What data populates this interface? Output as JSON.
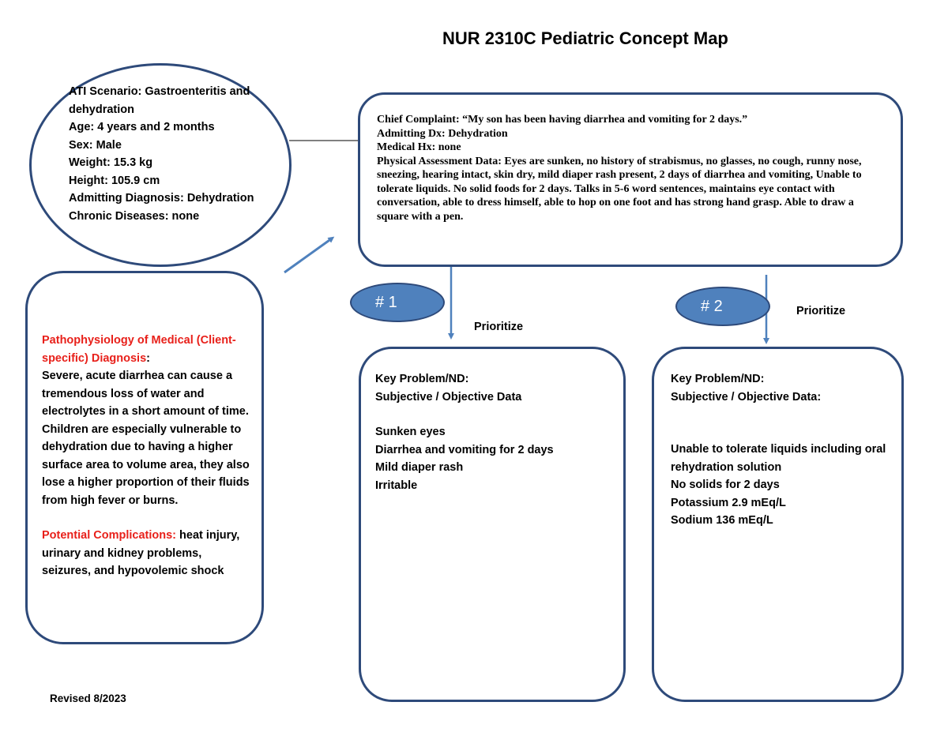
{
  "title": "NUR 2310C Pediatric Concept Map",
  "profile": {
    "lines": [
      "ATI Scenario: Gastroenteritis and dehydration",
      "Age: 4 years and 2 months",
      "Sex: Male",
      "Weight: 15.3 kg",
      "Height: 105.9 cm",
      "Admitting Diagnosis: Dehydration",
      "Chronic Diseases: none"
    ]
  },
  "pathophysiology": {
    "heading": "Pathophysiology of Medical (Client-specific) Diagnosis",
    "heading_colon": ":",
    "body": "Severe, acute diarrhea can cause a tremendous loss of water and electrolytes in a short amount of time. Children are especially vulnerable to dehydration due to having a higher surface area to volume area, they also lose a higher proportion of their fluids from high fever or burns.",
    "complications_label": "Potential Complications:",
    "complications_text": " heat injury, urinary and kidney problems, seizures, and hypovolemic shock"
  },
  "assessment": {
    "lines": [
      "Chief Complaint: “My son has been having diarrhea and vomiting for 2 days.”",
      "Admitting Dx: Dehydration",
      "Medical Hx: none",
      "Physical Assessment Data: Eyes are sunken, no history of strabismus, no glasses, no cough, runny nose, sneezing, hearing intact, skin dry, mild diaper rash present, 2 days of diarrhea and vomiting, Unable to tolerate liquids. No solid foods for 2 days. Talks in 5-6 word sentences, maintains eye contact with conversation, able to dress himself, able to hop on one foot and has strong hand grasp. Able to draw a square with a pen."
    ]
  },
  "priorities": [
    {
      "badge": "# 1",
      "prioritize_label": "Prioritize",
      "heading1": "Key Problem/ND:",
      "heading2": "Subjective / Objective Data",
      "items": [
        "Sunken eyes",
        "Diarrhea and vomiting for 2 days",
        "Mild diaper rash",
        "Irritable"
      ]
    },
    {
      "badge": "# 2",
      "prioritize_label": "Prioritize",
      "heading1": "Key Problem/ND:",
      "heading2": "Subjective / Objective Data:",
      "items": [
        "Unable to tolerate liquids including oral rehydration solution",
        "No solids for 2 days",
        "Potassium 2.9 mEq/L",
        "Sodium 136 mEq/L"
      ]
    }
  ],
  "footer": {
    "revised": "Revised 8/2023"
  },
  "colors": {
    "border": "#2e4a7a",
    "badge_fill": "#4f81bd",
    "arrow": "#4f81bd",
    "heading_red": "#e8201a"
  }
}
